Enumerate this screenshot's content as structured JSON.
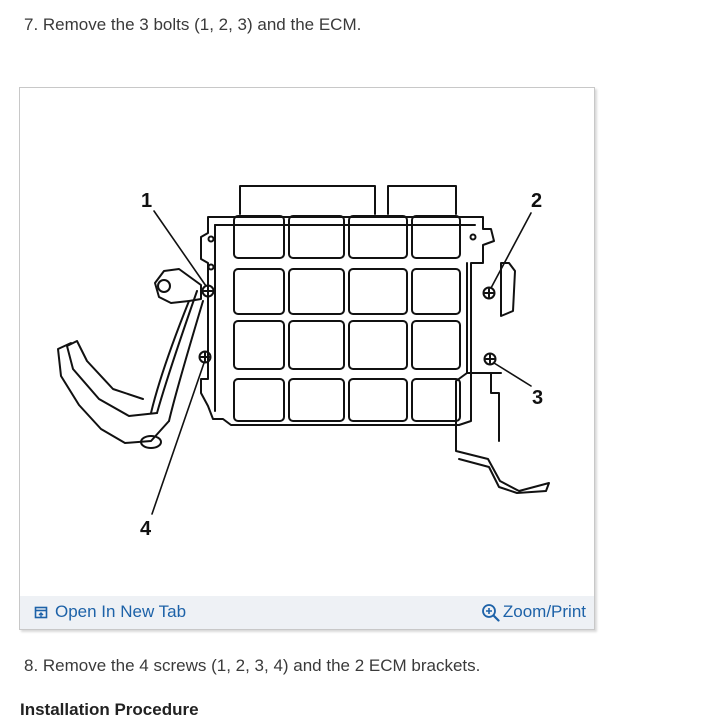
{
  "steps": {
    "step7": "7. Remove the 3 bolts (1, 2, 3) and the ECM.",
    "step8": "8. Remove the 4 screws (1, 2, 3, 4) and the 2 ECM brackets."
  },
  "next_heading": "Installation Procedure",
  "figure": {
    "callouts": [
      "1",
      "2",
      "3",
      "4"
    ],
    "actions": {
      "open_new_tab": "Open In New Tab",
      "zoom_print": "Zoom/Print"
    },
    "icons": {
      "open_new_tab": "open-external-icon",
      "zoom_print": "zoom-in-icon"
    },
    "link_color": "#1d62a8",
    "bar_color": "#eef1f5"
  }
}
